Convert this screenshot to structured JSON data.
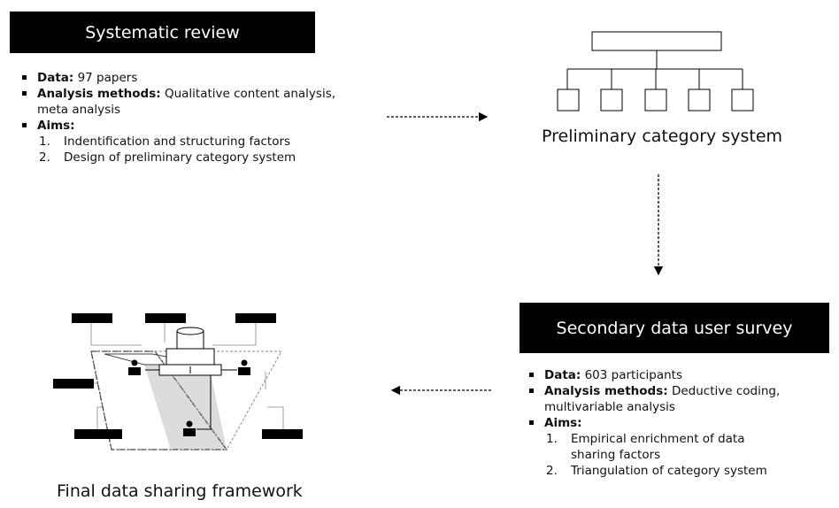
{
  "systematic_review": {
    "title": "Systematic review",
    "data_label": "Data:",
    "data_value": "97 papers",
    "methods_label": "Analysis methods:",
    "methods_value_line1": "Qualitative content analysis,",
    "methods_value_line2": "meta analysis",
    "aims_label": "Aims:",
    "aims": [
      {
        "num": "1.",
        "text": "Indentification  and structuring factors"
      },
      {
        "num": "2.",
        "text": "Design of preliminary category system"
      }
    ]
  },
  "preliminary": {
    "caption": "Preliminary category system"
  },
  "survey": {
    "title": "Secondary data user survey",
    "data_label": "Data:",
    "data_value": "603 participants",
    "methods_label": "Analysis methods:",
    "methods_value_line1": "Deductive coding,",
    "methods_value_line2": "multivariable analysis",
    "aims_label": "Aims:",
    "aims": [
      {
        "num": "1.",
        "text_line1": "Empirical enrichment of data",
        "text_line2": "sharing factors"
      },
      {
        "num": "2.",
        "text_line1": "Triangulation of category system"
      }
    ]
  },
  "framework": {
    "caption": "Final data sharing framework"
  }
}
